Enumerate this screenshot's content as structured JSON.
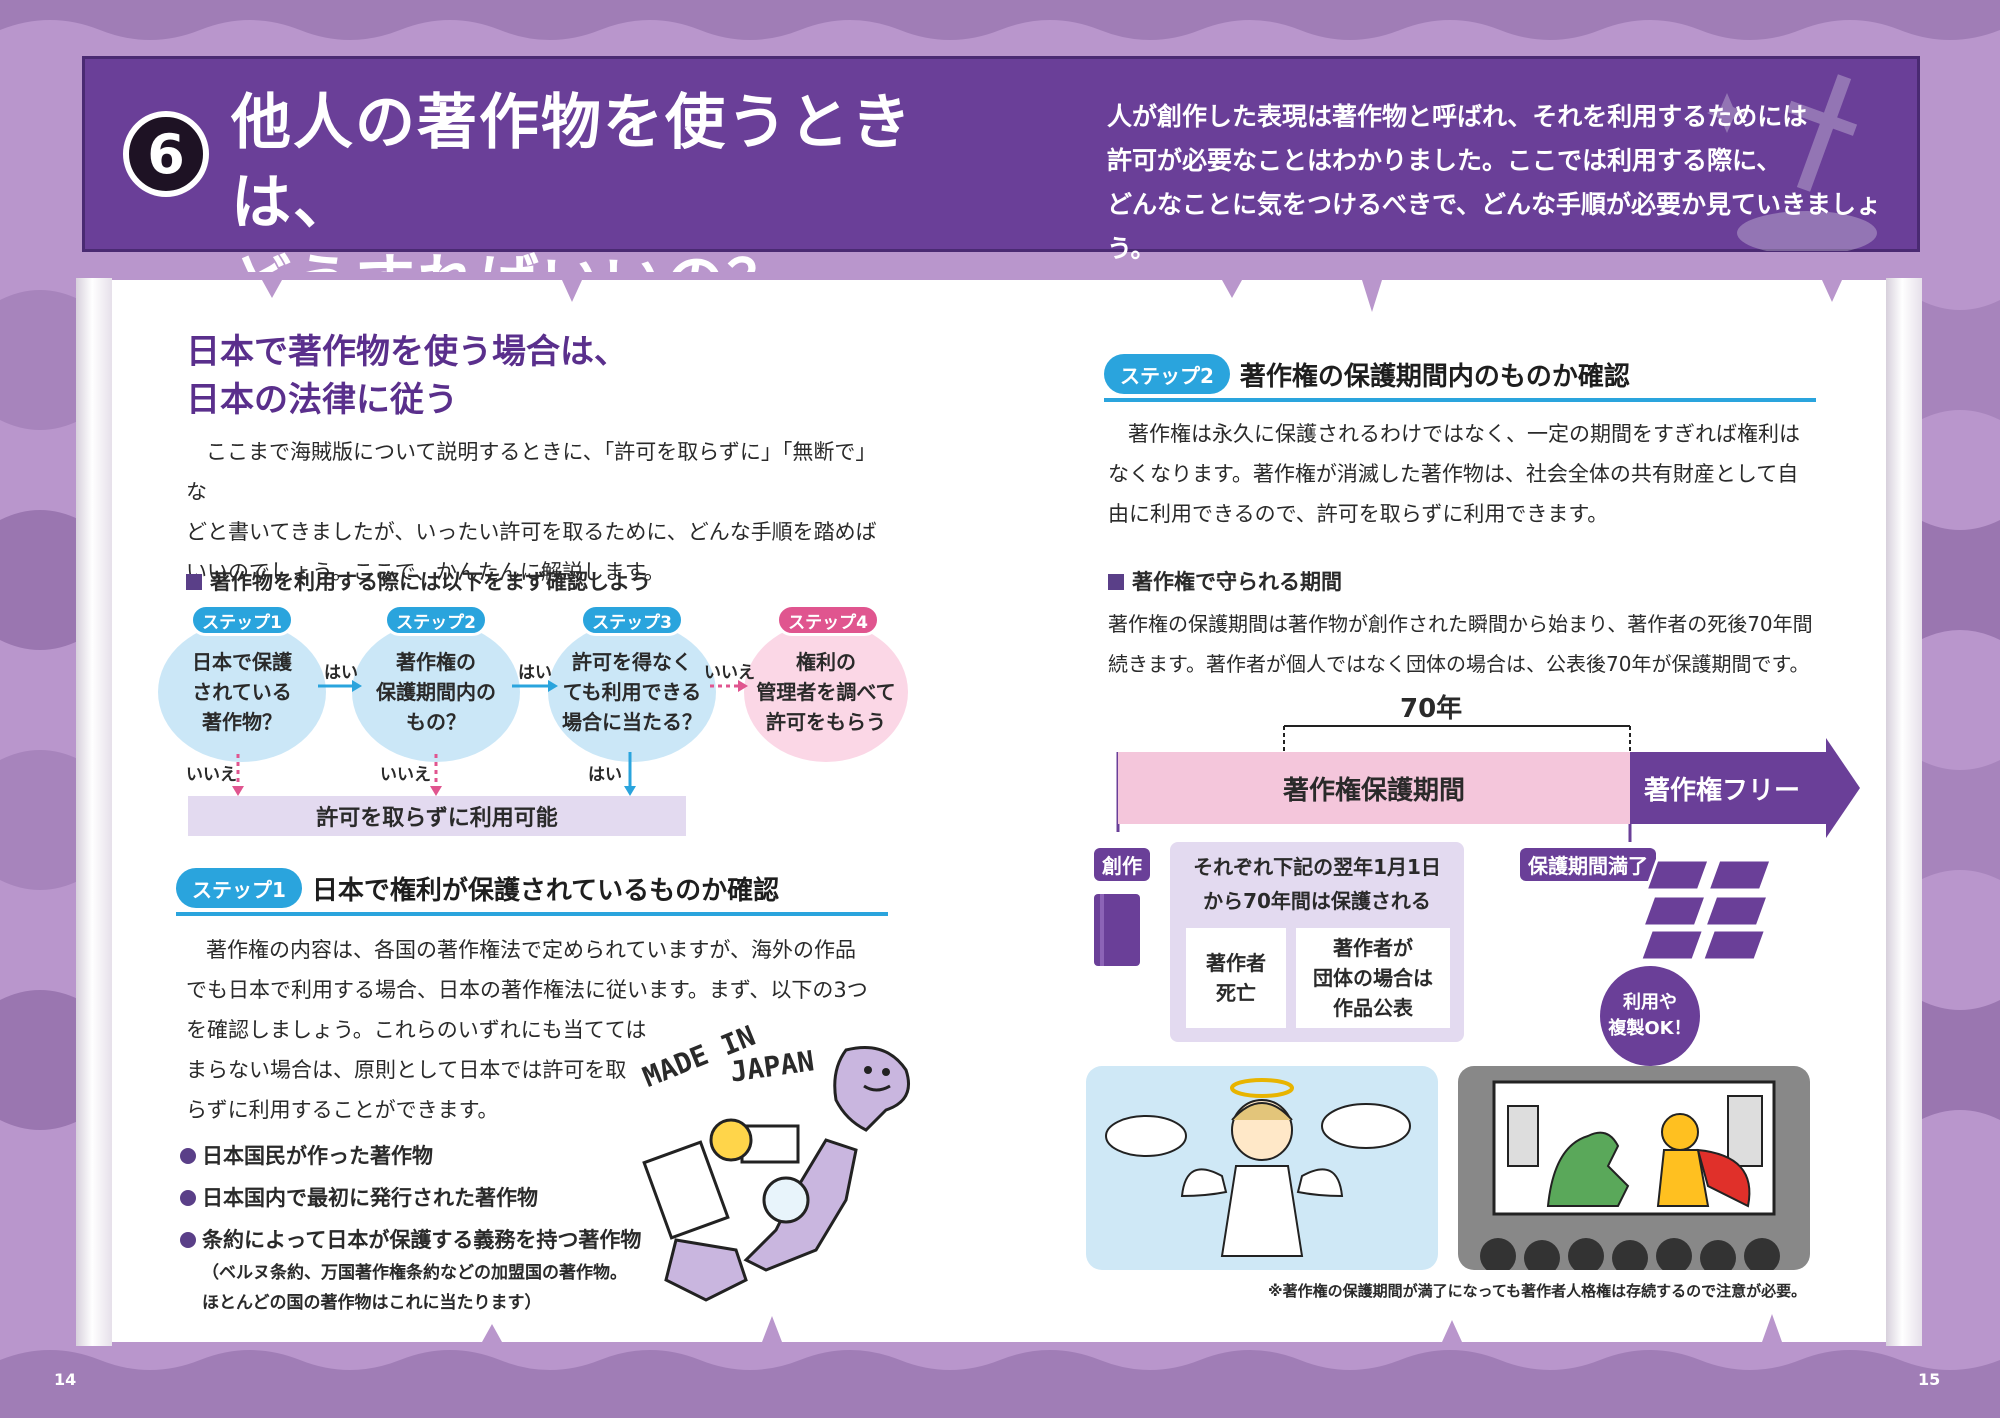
{
  "header": {
    "number": "6",
    "title_line1": "他人の著作物を使うときは、",
    "title_line2": "どうすればいいの？",
    "intro_line1": "人が創作した表現は著作物と呼ばれ、それを利用するためには",
    "intro_line2": "許可が必要なことはわかりました。ここでは利用する際に、",
    "intro_line3": "どんなことに気をつけるべきで、どんな手順が必要か見ていきましょう。"
  },
  "left": {
    "heading_line1": "日本で著作物を使う場合は、",
    "heading_line2": "日本の法律に従う",
    "para1_line1": "ここまで海賊版について説明するときに、「許可を取らずに」「無断で」な",
    "para1_line2": "どと書いてきましたが、いったい許可を取るために、どんな手順を踏めば",
    "para1_line3": "いいのでしょう。ここで、かんたんに解説します。",
    "check_heading": "著作物を利用する際には以下をまず確認しよう",
    "flow": [
      {
        "tag": "ステップ1",
        "line1": "日本で保護",
        "line2": "されている",
        "line3": "著作物？"
      },
      {
        "tag": "ステップ2",
        "line1": "著作権の",
        "line2": "保護期間内の",
        "line3": "もの？"
      },
      {
        "tag": "ステップ3",
        "line1": "許可を得なく",
        "line2": "ても利用できる",
        "line3": "場合に当たる？"
      },
      {
        "tag": "ステップ4",
        "line1": "権利の",
        "line2": "管理者を調べて",
        "line3": "許可をもらう"
      }
    ],
    "yes": "はい",
    "no": "いいえ",
    "result": "許可を取らずに利用可能",
    "step1_tag": "ステップ1",
    "step1_title": "日本で権利が保護されているものか確認",
    "para2_line1": "著作権の内容は、各国の著作権法で定められていますが、海外の作品",
    "para2_line2": "でも日本で利用する場合、日本の著作権法に従います。まず、以下の3つ",
    "para2_line3": "を確認しましょう。これらのいずれにも当てては",
    "para2_line4": "まらない場合は、原則として日本では許可を取",
    "para2_line5": "らずに利用することができます。",
    "bullet1": "日本国民が作った著作物",
    "bullet2": "日本国内で最初に発行された著作物",
    "bullet3": "条約によって日本が保護する義務を持つ著作物",
    "bullet3_note1": "（ベルヌ条約、万国著作権条約などの加盟国の著作物。",
    "bullet3_note2": "ほとんどの国の著作物はこれに当たります）",
    "illus_text1": "MADE IN",
    "illus_text2": "JAPAN",
    "page_num": "14"
  },
  "right": {
    "step2_tag": "ステップ2",
    "step2_title": "著作権の保護期間内のものか確認",
    "para1_line1": "著作権は永久に保護されるわけではなく、一定の期間をすぎれば権利は",
    "para1_line2": "なくなります。著作権が消滅した著作物は、社会全体の共有財産として自",
    "para1_line3": "由に利用できるので、許可を取らずに利用できます。",
    "period_heading": "著作権で守られる期間",
    "para2_line1": "著作権の保護期間は著作物が創作された瞬間から始まり、著作者の死後70年間",
    "para2_line2": "続きます。著作者が個人ではなく団体の場合は、公表後70年が保護期間です。",
    "years": "70年",
    "period_label": "著作権保護期間",
    "free_label": "著作権フリー",
    "create_label": "創作",
    "expire_label": "保護期間満了",
    "cond_line1": "それぞれ下記の翌年1月1日",
    "cond_line2": "から70年間は保護される",
    "cond_a_line1": "著作者",
    "cond_a_line2": "死亡",
    "cond_b_line1": "著作者が",
    "cond_b_line2": "団体の場合は",
    "cond_b_line3": "作品公表",
    "ok_line1": "利用や",
    "ok_line2": "複製OK！",
    "footnote": "※著作権の保護期間が満了になっても著作者人格権は存続するので注意が必要。",
    "page_num": "15"
  },
  "colors": {
    "purple": "#6a3f98",
    "blue": "#2aa4dd",
    "pink": "#e0558f",
    "light_blue": "#cbe7f7",
    "light_pink": "#fbd7e6",
    "lavender": "#e3daf0"
  }
}
